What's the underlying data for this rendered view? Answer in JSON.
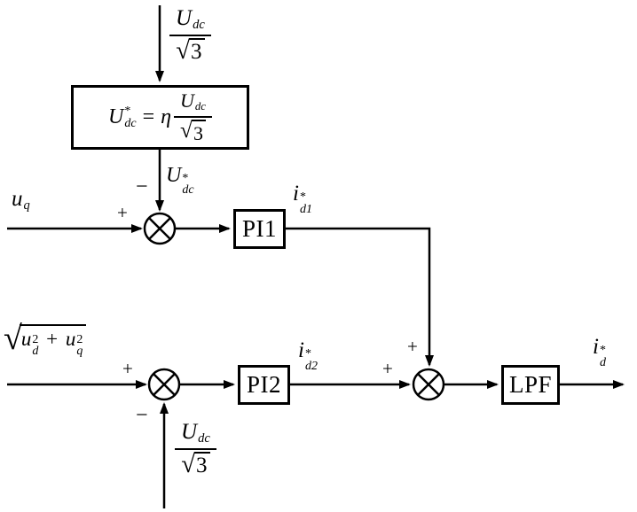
{
  "colors": {
    "stroke": "#000000",
    "background": "#ffffff"
  },
  "formula": {
    "lhs_main": "U",
    "lhs_sup": "*",
    "lhs_sub": "dc",
    "eq": "=",
    "coeff": "η",
    "num_main": "U",
    "num_sub": "dc",
    "den_sign": "√",
    "den_body": "3"
  },
  "blocks": {
    "pi1": "PI1",
    "pi2": "PI2",
    "lpf": "LPF"
  },
  "labels": {
    "udc_top": {
      "num_main": "U",
      "num_sub": "dc",
      "den_sign": "√",
      "den_body": "3"
    },
    "udc_bottom": {
      "num_main": "U",
      "num_sub": "dc",
      "den_sign": "√",
      "den_body": "3"
    },
    "udc_star": {
      "main": "U",
      "sup": "*",
      "sub": "dc"
    },
    "uq": {
      "main": "u",
      "sub": "q"
    },
    "sqrt_expr": {
      "sign": "√",
      "t1_main": "u",
      "t1_sub": "d",
      "t1_sup": "2",
      "op": "+",
      "t2_main": "u",
      "t2_sub": "q",
      "t2_sup": "2"
    },
    "id1": {
      "main": "i",
      "sup": "*",
      "sub": "d1"
    },
    "id2": {
      "main": "i",
      "sup": "*",
      "sub": "d2"
    },
    "id_out": {
      "main": "i",
      "sup": "*",
      "sub": "d"
    }
  },
  "signs": {
    "sum1_plus": "+",
    "sum1_minus": "−",
    "sum2_plus": "+",
    "sum2_minus": "−",
    "sum3_plus_top": "+",
    "sum3_plus_left": "+"
  }
}
